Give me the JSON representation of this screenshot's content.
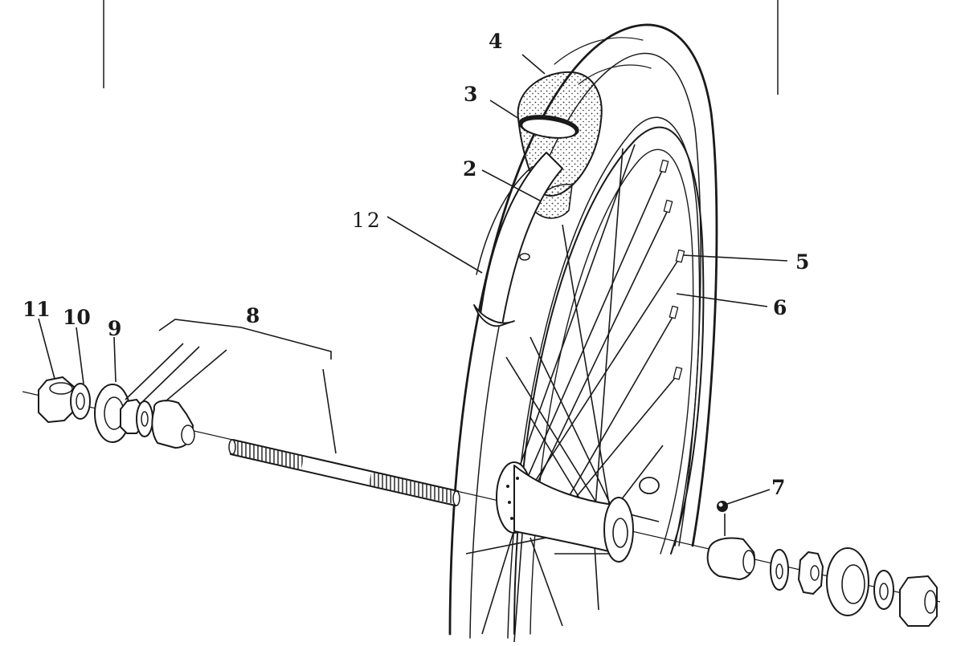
{
  "callouts": [
    {
      "id": "1",
      "label": "2"
    },
    {
      "id": "2",
      "label": "3"
    },
    {
      "id": "3",
      "label": "4"
    },
    {
      "id": "4",
      "label": "5"
    },
    {
      "id": "5",
      "label": "6"
    },
    {
      "id": "6",
      "label": "7"
    },
    {
      "id": "7",
      "label": "8"
    },
    {
      "id": "8",
      "label": "9"
    },
    {
      "id": "9",
      "label": "10"
    },
    {
      "id": "10",
      "label": "11"
    },
    {
      "id": "11",
      "label": "12"
    }
  ],
  "colors": {
    "ink": "#1a1a1a",
    "paper": "#ffffff"
  }
}
